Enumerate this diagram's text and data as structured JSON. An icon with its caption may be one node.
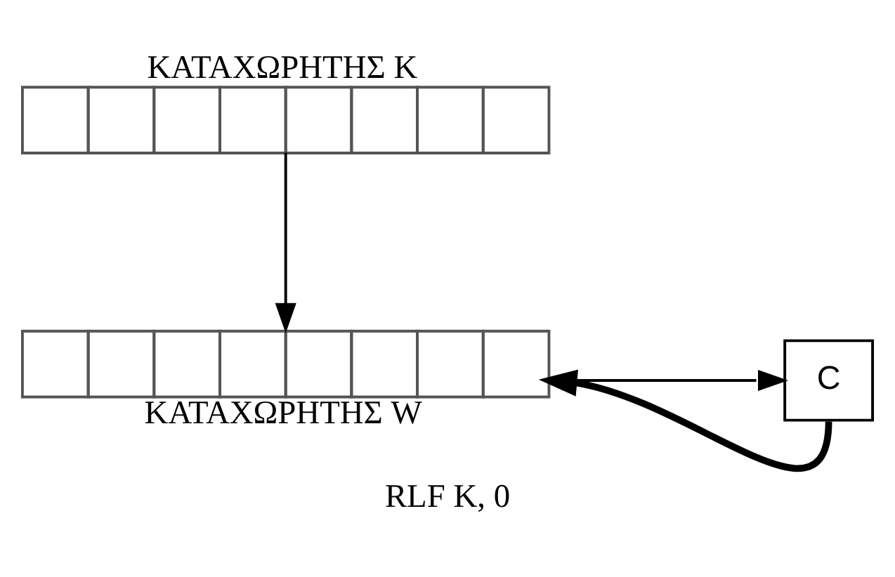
{
  "diagram": {
    "caption": "RLF K, 0",
    "nodes": [
      {
        "text": [
          "ΚΑΤΑΧΩΡΗΤΗΣ K"
        ]
      },
      {
        "text": [
          "ΚΑΤΑΧΩΡΗΤΗΣ W"
        ]
      },
      {
        "text": [
          "C"
        ]
      }
    ],
    "edges": [
      {
        "from": 0,
        "to": 1,
        "arrow": "to"
      },
      {
        "from": 1,
        "to": 2,
        "arrow": "to"
      },
      {
        "from": 2,
        "to": 1,
        "arrow": "to",
        "style": "thick"
      }
    ]
  }
}
